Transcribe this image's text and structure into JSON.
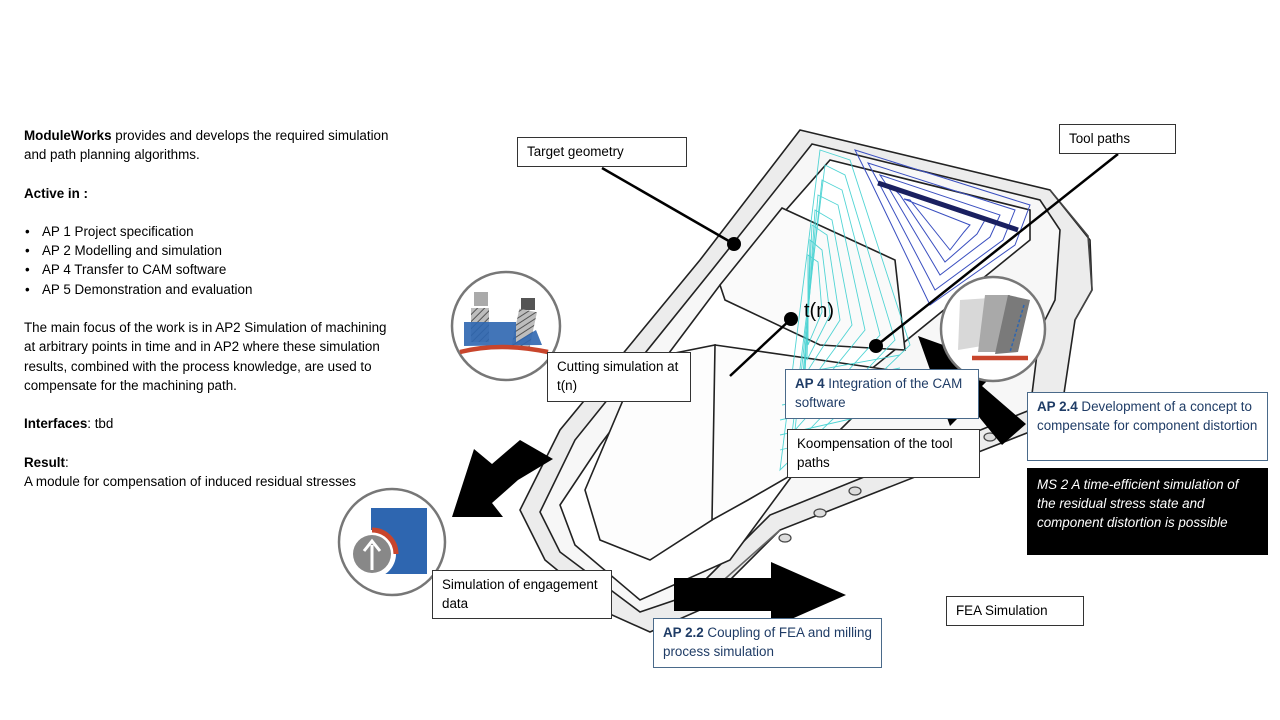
{
  "intro": {
    "company": "ModuleWorks",
    "company_rest": " provides and develops the required simulation and path planning algorithms.",
    "active_heading": "Active in :",
    "active_items": [
      "AP 1 Project specification",
      "AP 2 Modelling and simulation",
      "AP 4 Transfer to CAM software",
      "AP 5 Demonstration and evaluation"
    ],
    "focus": "The main focus of the work is in AP2 Simulation of machining at arbitrary points in time and in AP2 where these simulation results, combined with the process knowledge, are used to compensate for the machining path.",
    "interfaces_label": "Interfaces",
    "interfaces_value": ": tbd",
    "result_label": "Result",
    "result_colon": ":",
    "result_value": "A module for compensation of induced residual stresses"
  },
  "labels": {
    "target_geometry": "Target geometry",
    "tool_paths": "Tool paths",
    "t_n": "t(n)",
    "cutting_simulation": "Cutting simulation at t(n)",
    "ap4_code": "AP 4",
    "ap4_text": " Integration of the CAM software",
    "koompensation": "Koompensation of the tool paths",
    "ap24_code": "AP 2.4",
    "ap24_text": " Development of a concept to compensate for component distortion",
    "ms2": "MS 2 A time-efficient simulation of the residual stress state and component distortion is possible",
    "engagement": "Simulation of engagement data",
    "ap22_code": "AP 2.2",
    "ap22_text": " Coupling of FEA and milling process simulation",
    "fea": "FEA Simulation"
  },
  "colors": {
    "accent_blue": "#1f3c66",
    "tool_path_cyan": "#3fd0d0",
    "tool_path_blue": "#3a4fc0",
    "icon_blue": "#2e66b0",
    "icon_red": "#c8452c",
    "black_box": "#000000"
  },
  "icons": [
    "cutting-tool-icon",
    "distortion-icon",
    "engagement-gauge-icon"
  ]
}
